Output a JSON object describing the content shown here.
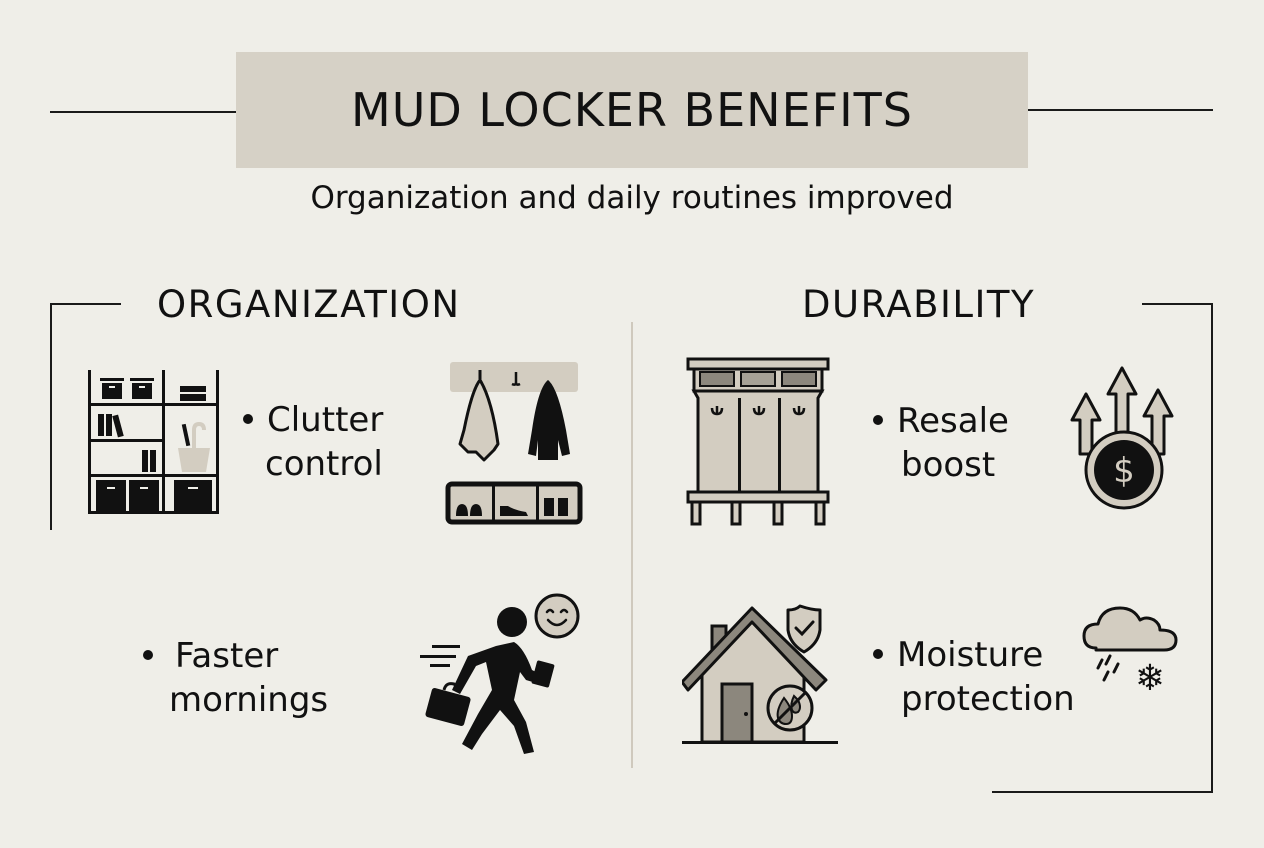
{
  "header": {
    "title": "MUD LOCKER BENEFITS",
    "subtitle": "Organization and daily routines improved"
  },
  "sections": [
    {
      "title": "ORGANIZATION",
      "items": [
        {
          "line1": "Clutter",
          "line2": "control",
          "icons": [
            "shelving-unit-icon",
            "coat-hooks-shoe-cubby-icon"
          ]
        },
        {
          "line1": "Faster",
          "line2": "mornings",
          "icons": [
            "running-person-briefcase-icon",
            "smiley-face-icon"
          ]
        }
      ]
    },
    {
      "title": "DURABILITY",
      "items": [
        {
          "line1": "Resale",
          "line2": "boost",
          "icons": [
            "mud-locker-bench-icon",
            "dollar-coin-arrows-up-icon"
          ]
        },
        {
          "line1": "Moisture",
          "line2": "protection",
          "icons": [
            "house-shield-water-drop-icon",
            "cloud-rain-snow-icon"
          ]
        }
      ]
    }
  ],
  "colors": {
    "background": "#efeee8",
    "title_box": "#d6d1c6",
    "ink": "#111111",
    "icon_fill_light": "#d3cdc1",
    "icon_fill_mid": "#8c877d",
    "divider": "#cfc9bd"
  }
}
